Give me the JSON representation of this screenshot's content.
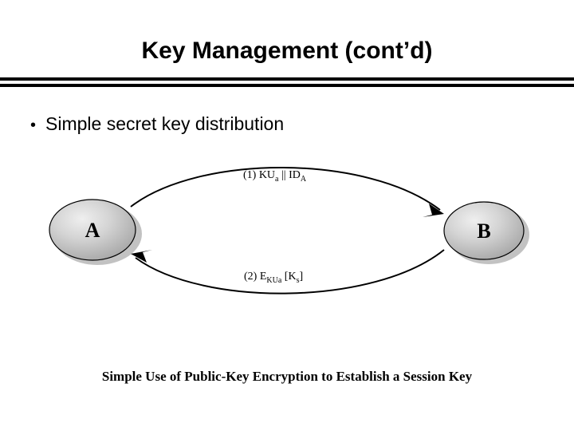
{
  "slide": {
    "title": "Key Management (cont’d)",
    "bullet_marker": "•",
    "bullet_text": "Simple secret key distribution",
    "caption": "Simple Use of Public-Key Encryption to Establish a Session Key"
  },
  "diagram": {
    "node_a_label": "A",
    "node_b_label": "B",
    "msg1": {
      "prefix": "(1) KU",
      "sub1": "a",
      "mid": " || ID",
      "sub2": "A"
    },
    "msg2": {
      "prefix": "(2) E",
      "sub1": "KUa",
      "mid": " [K",
      "sub2": "s",
      "suffix": "]"
    },
    "colors": {
      "sphere_fill": "#c8c8c8",
      "sphere_stroke": "#000000",
      "arrow": "#000000",
      "shadow": "#9a9a9a"
    }
  }
}
